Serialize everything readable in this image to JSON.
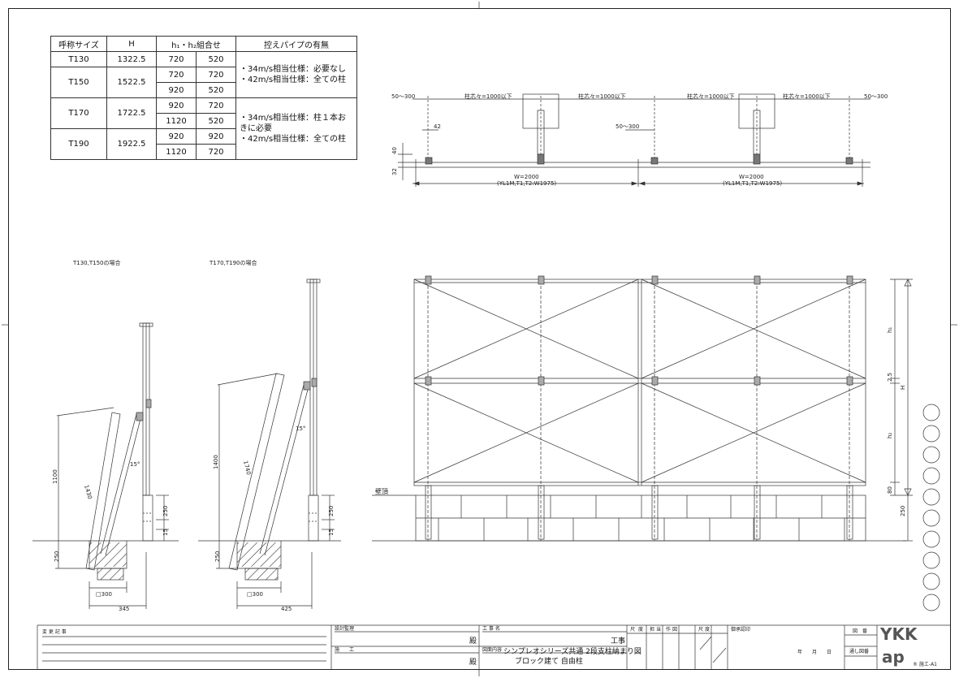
{
  "spec_table": {
    "headers": [
      "呼称サイズ",
      "H",
      "h₁・h₂組合せ",
      "控えパイプの有無"
    ],
    "rows": [
      {
        "size": "T130",
        "H": "1322.5",
        "combos": [
          [
            "720",
            "520"
          ]
        ]
      },
      {
        "size": "T150",
        "H": "1522.5",
        "combos": [
          [
            "720",
            "720"
          ],
          [
            "920",
            "520"
          ]
        ]
      },
      {
        "size": "T170",
        "H": "1722.5",
        "combos": [
          [
            "920",
            "720"
          ],
          [
            "1120",
            "520"
          ]
        ]
      },
      {
        "size": "T190",
        "H": "1922.5",
        "combos": [
          [
            "920",
            "920"
          ],
          [
            "1120",
            "720"
          ]
        ]
      }
    ],
    "notes_a": [
      "・34m/s相当仕様：必要なし",
      "・42m/s相当仕様：全ての柱"
    ],
    "notes_b": [
      "・34m/s相当仕様：柱１本おきに必要",
      "・42m/s相当仕様：全ての柱"
    ]
  },
  "plan_view": {
    "dim_left": "50～300",
    "dim_right": "50～300",
    "span1": "柱芯々=1000以下",
    "span2": "柱芯々=1000以下",
    "span3": "柱芯々=1000以下",
    "span4": "柱芯々=1000以下",
    "dim_42": "42",
    "dim_mid": "50～300",
    "dim_40": "40",
    "dim_32": "32",
    "w1": "W=2000",
    "w1_sub": "(YL1M,T1,T2:W1975)",
    "w2": "W=2000",
    "w2_sub": "(YL1M,T1,T2:W1975)"
  },
  "side_views": {
    "left_title": "T130,T150の場合",
    "right_title": "T170,T190の場合",
    "left": {
      "h": "1100",
      "diag": "1430",
      "angle": "15°",
      "d250a": "250",
      "d15": "15",
      "d250b": "250",
      "foot": "□300",
      "base": "345"
    },
    "right": {
      "h": "1400",
      "diag": "1740",
      "angle": "15°",
      "d250a": "250",
      "d15": "15",
      "d250b": "250",
      "foot": "□300",
      "base": "425"
    }
  },
  "elevation": {
    "wall_top": "壁頂",
    "h1": "h₁",
    "h2": "h₂",
    "d25": "2.5",
    "H": "H",
    "d80": "80",
    "d250": "250"
  },
  "title_block": {
    "change_record": "変 更 記 事",
    "design_supervision": "設計監理",
    "construction": "施　　工",
    "dono1": "殿",
    "dono2": "殿",
    "project_name_label": "工 事 名",
    "kouji": "工事",
    "drawing_content_label": "図面内容",
    "content_line1": "シンプレオシリーズ共通 2段支柱納まり図",
    "content_line2": "ブロック建て 自由柱",
    "cols": [
      "尺",
      "度",
      "担",
      "当",
      "作",
      "図",
      "尺",
      "度"
    ],
    "approval": "御承認印",
    "date": "年　　月　　日",
    "drawing_no": "図　番",
    "serial_no": "通し図番",
    "brand1": "YKK",
    "brand2": "ap",
    "code": "® 施エ-A1"
  }
}
